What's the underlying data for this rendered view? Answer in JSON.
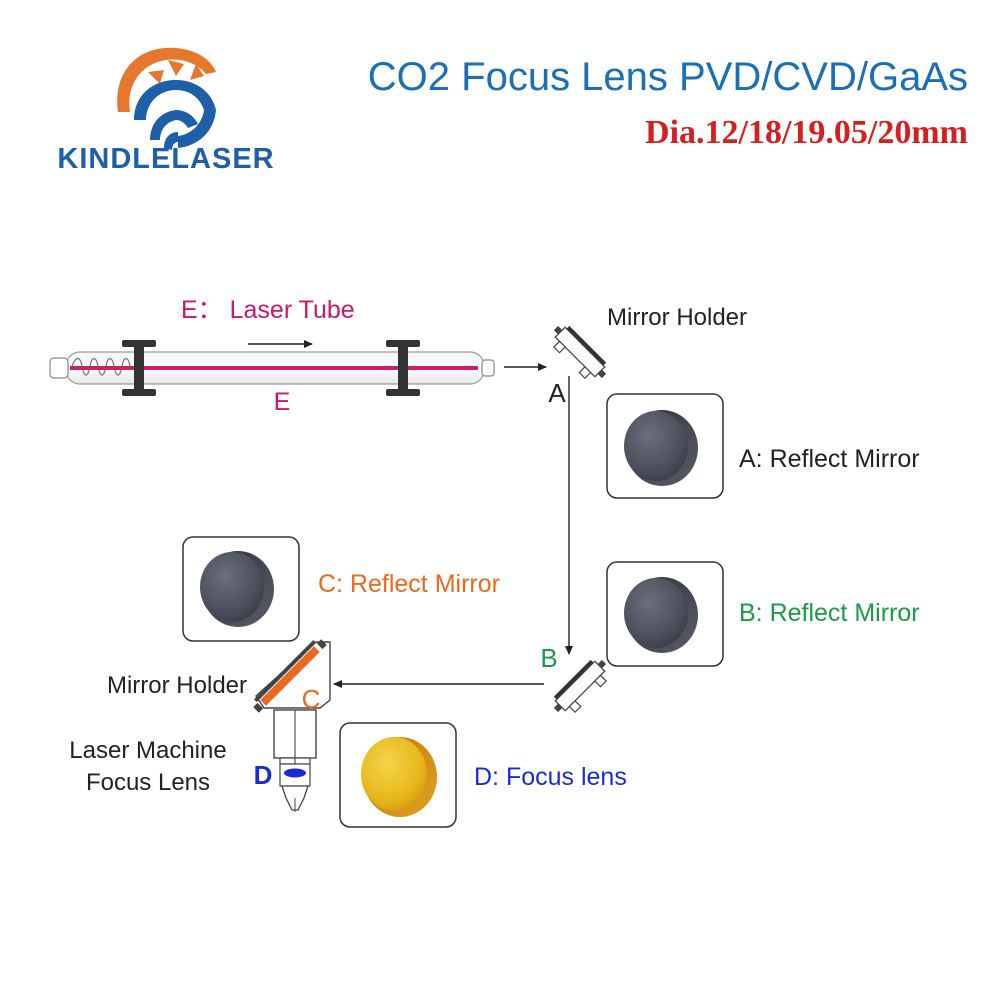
{
  "brand": {
    "name": "KINDLELASER",
    "logo_icon": "sun-rising-over-globe-logo",
    "colors": {
      "orange": "#e8772e",
      "blue": "#1d5fa8"
    }
  },
  "header": {
    "title": "CO2 Focus Lens PVD/CVD/GaAs",
    "subtitle": "Dia.12/18/19.05/20mm",
    "title_color": "#1a6fb5",
    "subtitle_color": "#d62020"
  },
  "diagram": {
    "tube_caption": "E： Laser Tube",
    "tube_letter": "E",
    "holder_top_label": "Mirror Holder",
    "holder_bottom_label": "Mirror Holder",
    "head_label_line1": "Laser Machine",
    "head_label_line2": "Focus Lens",
    "point_a": "A",
    "point_b": "B",
    "point_c": "C",
    "point_d": "D",
    "colors": {
      "tube_beam": "#cc1f6a",
      "label_e": "#c8186a",
      "label_a": "#222222",
      "label_b": "#1b9a4a",
      "label_c": "#e8691f",
      "label_d": "#1a2bd6",
      "mirror_c": "#e8691f",
      "lens_d": "#1a2bd6"
    }
  },
  "components": [
    {
      "id": "A",
      "label": "A: Reflect Mirror",
      "color": "#222222",
      "part": "gray-mirror-icon"
    },
    {
      "id": "B",
      "label": "B: Reflect Mirror",
      "color": "#1b9a4a",
      "part": "gray-mirror-icon"
    },
    {
      "id": "C",
      "label": "C: Reflect Mirror",
      "color": "#e8691f",
      "part": "gray-mirror-icon"
    },
    {
      "id": "D",
      "label": "D: Focus lens",
      "color": "#1a2bd6",
      "part": "yellow-lens-icon"
    }
  ]
}
